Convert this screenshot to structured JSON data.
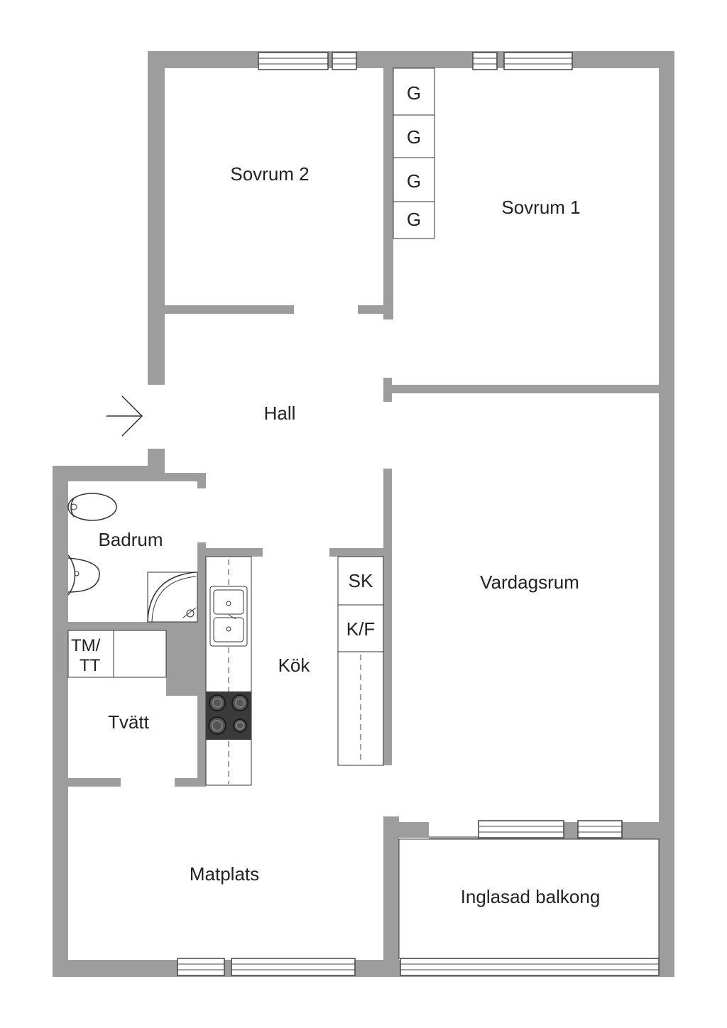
{
  "rooms": {
    "sovrum2": "Sovrum 2",
    "sovrum1": "Sovrum 1",
    "hall": "Hall",
    "badrum": "Badrum",
    "kok": "Kök",
    "vardagsrum": "Vardagsrum",
    "tvatt": "Tvätt",
    "matplats": "Matplats",
    "balkong": "Inglasad balkong"
  },
  "fixtures": {
    "wardrobes": [
      "G",
      "G",
      "G",
      "G"
    ],
    "sk": "SK",
    "kf": "K/F",
    "tm_line1": "TM/",
    "tm_line2": "TT"
  },
  "colors": {
    "wall": "#9d9d9d",
    "line": "#333333",
    "background": "#ffffff"
  }
}
